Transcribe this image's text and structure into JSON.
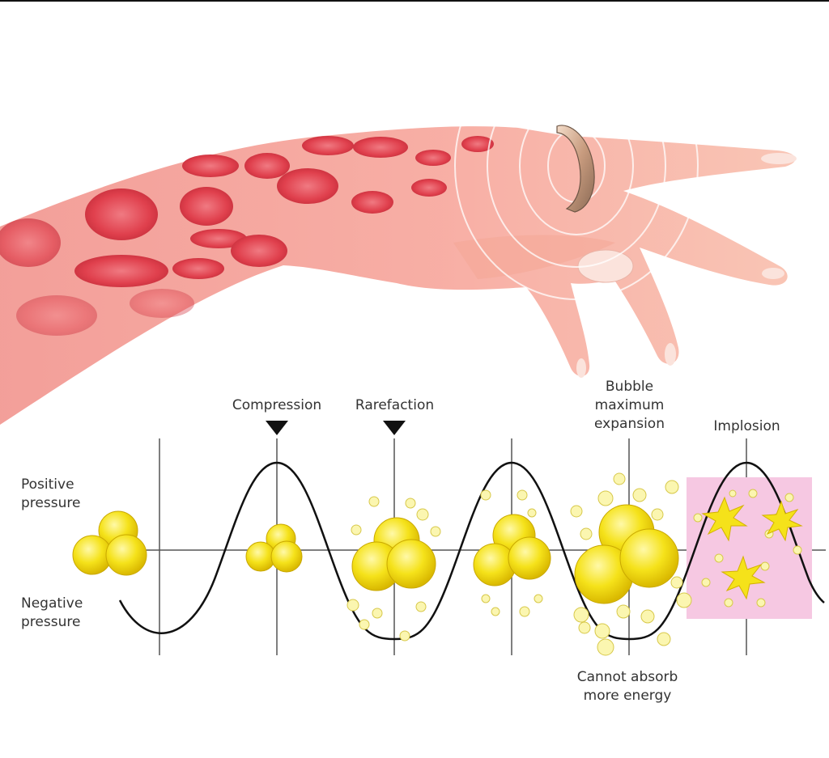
{
  "labels": {
    "compression": "Compression",
    "rarefaction": "Rarefaction",
    "bubble_line1": "Bubble",
    "bubble_line2": "maximum",
    "bubble_line3": "expansion",
    "implosion": "Implosion",
    "positive_line1": "Positive",
    "positive_line2": "pressure",
    "negative_line1": "Negative",
    "negative_line2": "pressure",
    "cannot_line1": "Cannot absorb",
    "cannot_line2": "more energy"
  },
  "colors": {
    "bubble_fill": "#f5e21a",
    "bubble_stroke": "#c9a800",
    "skin": "#f7b7a0",
    "blood_cell": "#e8505b",
    "implosion_box": "#f6c8e2",
    "wave": "#111111"
  }
}
